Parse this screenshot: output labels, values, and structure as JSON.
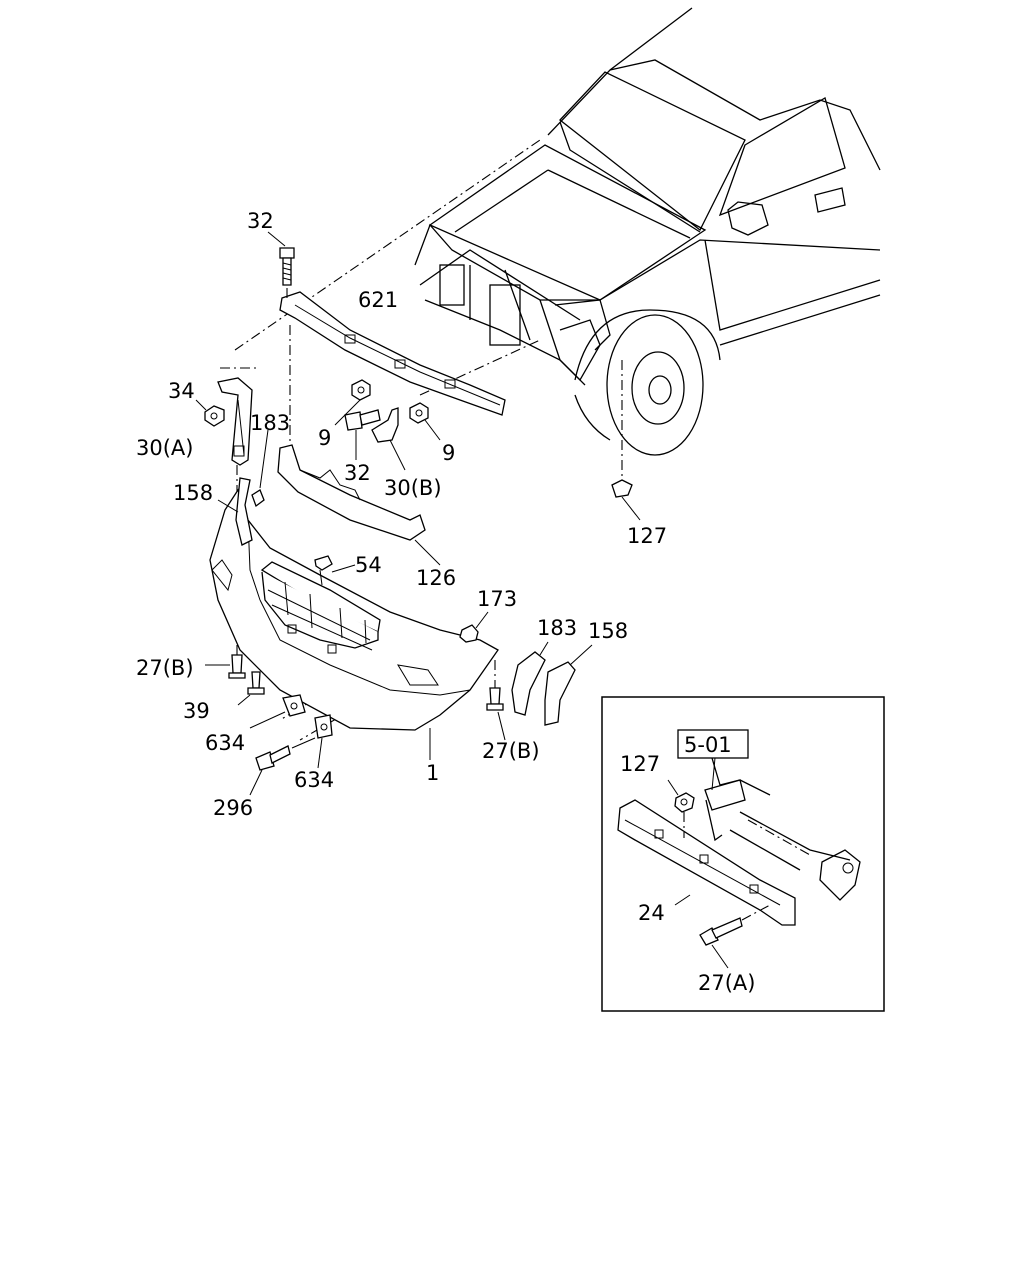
{
  "diagram": {
    "callouts": [
      {
        "id": "c32a",
        "text": "32"
      },
      {
        "id": "c621",
        "text": "621"
      },
      {
        "id": "c34",
        "text": "34"
      },
      {
        "id": "c183a",
        "text": "183"
      },
      {
        "id": "c30a",
        "text": "30(A)"
      },
      {
        "id": "c9a",
        "text": "9"
      },
      {
        "id": "c32b",
        "text": "32"
      },
      {
        "id": "c30b",
        "text": "30(B)"
      },
      {
        "id": "c9b",
        "text": "9"
      },
      {
        "id": "c158a",
        "text": "158"
      },
      {
        "id": "c126",
        "text": "126"
      },
      {
        "id": "c54",
        "text": "54"
      },
      {
        "id": "c127a",
        "text": "127"
      },
      {
        "id": "c173",
        "text": "173"
      },
      {
        "id": "c183b",
        "text": "183"
      },
      {
        "id": "c158b",
        "text": "158"
      },
      {
        "id": "c27ba",
        "text": "27(B)"
      },
      {
        "id": "c39",
        "text": "39"
      },
      {
        "id": "c634a",
        "text": "634"
      },
      {
        "id": "c634b",
        "text": "634"
      },
      {
        "id": "c27bb",
        "text": "27(B)"
      },
      {
        "id": "c1",
        "text": "1"
      },
      {
        "id": "c296",
        "text": "296"
      }
    ],
    "inset": {
      "ref_box": "5-01",
      "callouts": [
        {
          "id": "i127",
          "text": "127"
        },
        {
          "id": "i24",
          "text": "24"
        },
        {
          "id": "i27a",
          "text": "27(A)"
        }
      ]
    }
  }
}
